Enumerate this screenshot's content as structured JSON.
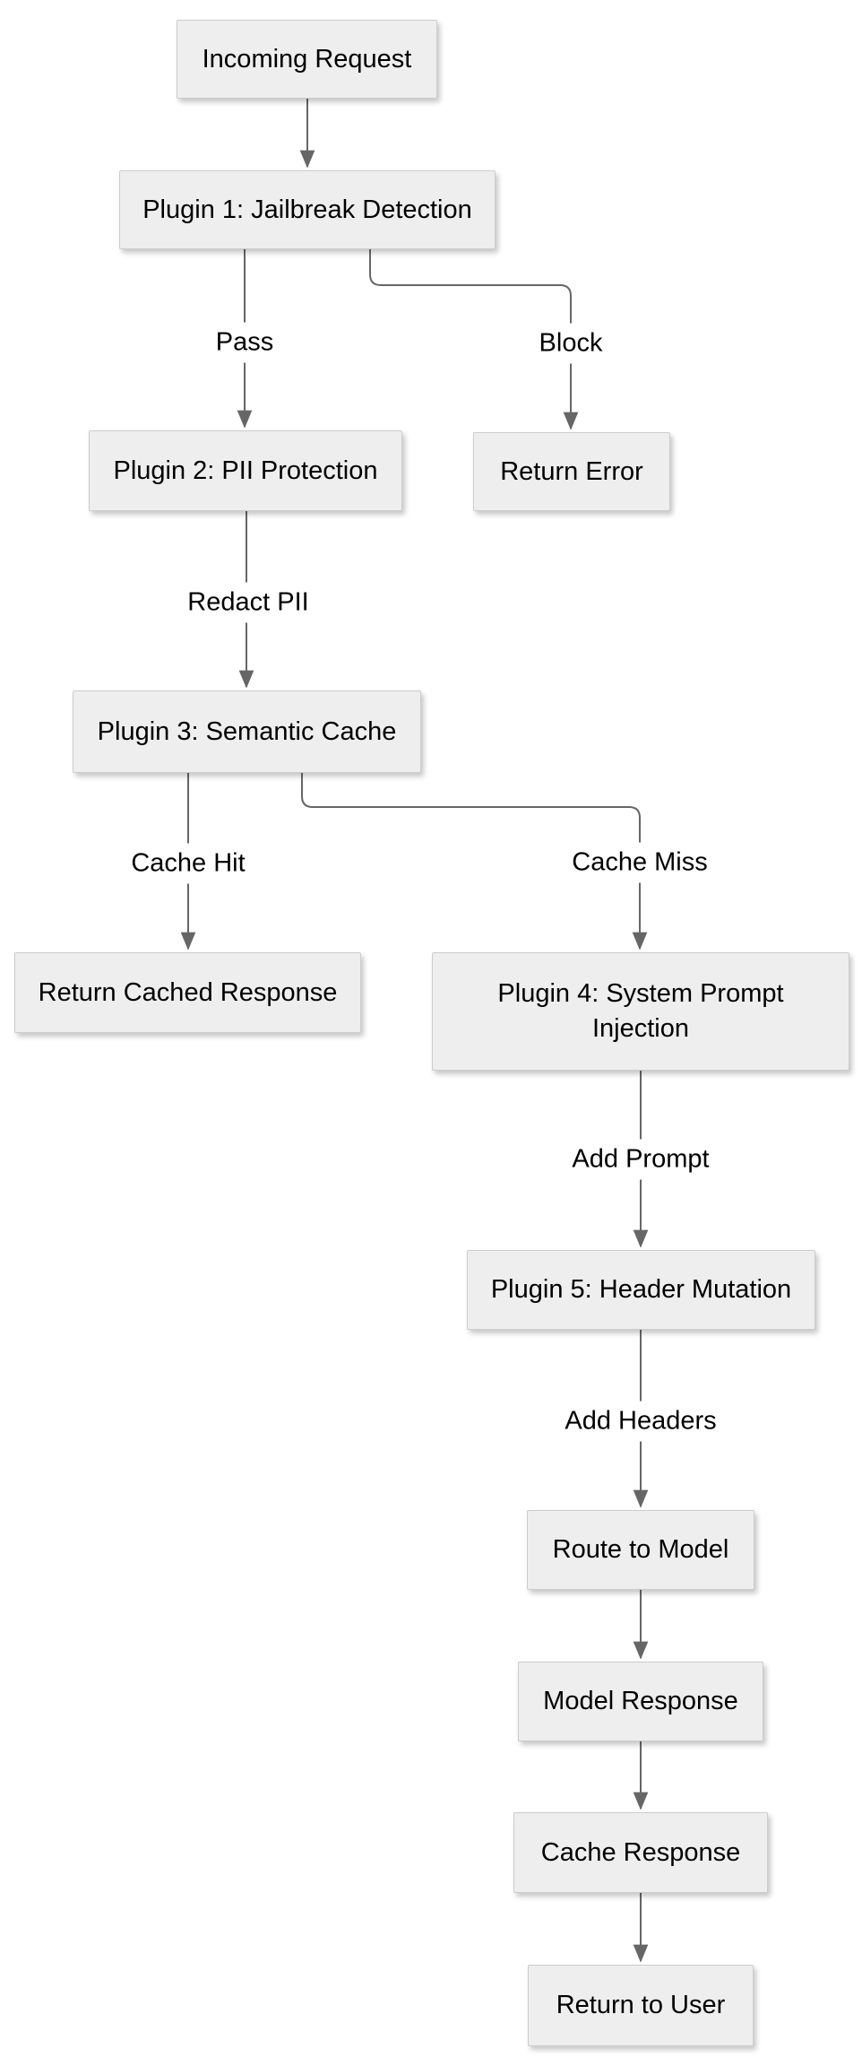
{
  "diagram": {
    "type": "flowchart",
    "direction": "top-down",
    "background_color": "#ffffff",
    "node_fill_color": "#eeeeee",
    "node_border_color": "#cccccc",
    "edge_color": "#666666",
    "text_color": "#000000"
  },
  "nodes": {
    "incoming": {
      "label": "Incoming Request"
    },
    "plugin1": {
      "label": "Plugin 1: Jailbreak Detection"
    },
    "plugin2": {
      "label": "Plugin 2: PII Protection"
    },
    "return_error": {
      "label": "Return Error"
    },
    "plugin3": {
      "label": "Plugin 3: Semantic Cache"
    },
    "return_cached": {
      "label": "Return Cached Response"
    },
    "plugin4": {
      "label": "Plugin 4: System Prompt Injection"
    },
    "plugin5": {
      "label": "Plugin 5: Header Mutation"
    },
    "route_to_model": {
      "label": "Route to Model"
    },
    "model_response": {
      "label": "Model Response"
    },
    "cache_response": {
      "label": "Cache Response"
    },
    "return_to_user": {
      "label": "Return to User"
    }
  },
  "edges": [
    {
      "from": "Incoming Request",
      "to": "Plugin 1: Jailbreak Detection",
      "label": ""
    },
    {
      "from": "Plugin 1: Jailbreak Detection",
      "to": "Plugin 2: PII Protection",
      "label": "Pass"
    },
    {
      "from": "Plugin 1: Jailbreak Detection",
      "to": "Return Error",
      "label": "Block"
    },
    {
      "from": "Plugin 2: PII Protection",
      "to": "Plugin 3: Semantic Cache",
      "label": "Redact PII"
    },
    {
      "from": "Plugin 3: Semantic Cache",
      "to": "Return Cached Response",
      "label": "Cache Hit"
    },
    {
      "from": "Plugin 3: Semantic Cache",
      "to": "Plugin 4: System Prompt Injection",
      "label": "Cache Miss"
    },
    {
      "from": "Plugin 4: System Prompt Injection",
      "to": "Plugin 5: Header Mutation",
      "label": "Add Prompt"
    },
    {
      "from": "Plugin 5: Header Mutation",
      "to": "Route to Model",
      "label": "Add Headers"
    },
    {
      "from": "Route to Model",
      "to": "Model Response",
      "label": ""
    },
    {
      "from": "Model Response",
      "to": "Cache Response",
      "label": ""
    },
    {
      "from": "Cache Response",
      "to": "Return to User",
      "label": ""
    }
  ]
}
